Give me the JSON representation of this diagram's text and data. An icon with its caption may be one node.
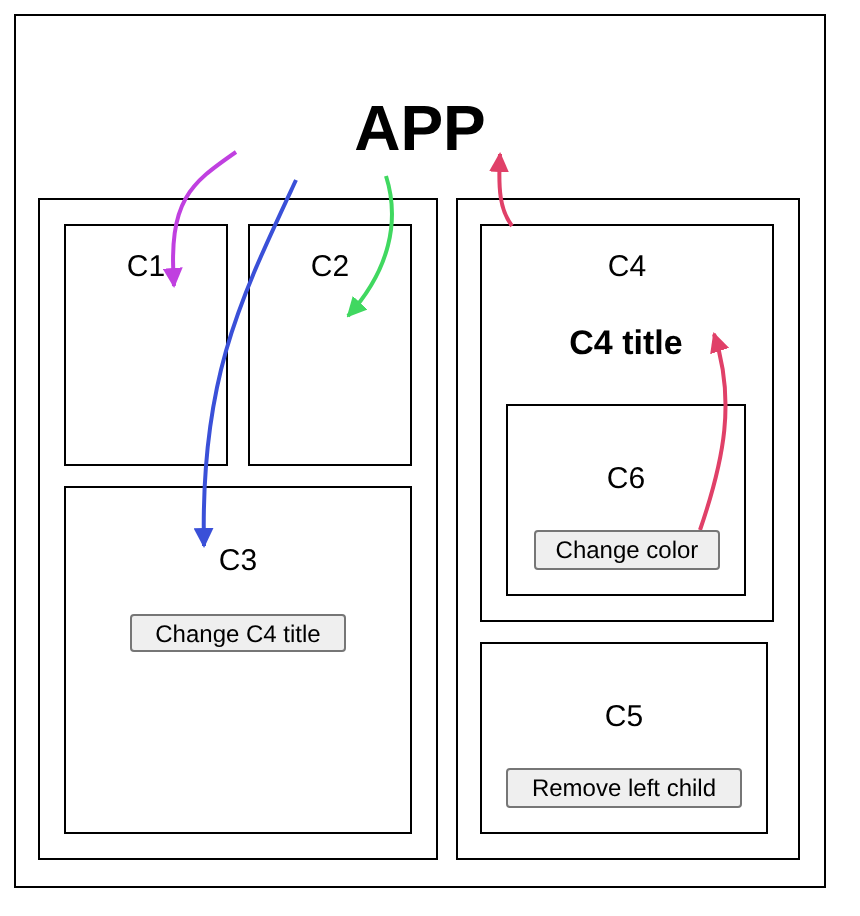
{
  "diagram": {
    "nodes": [
      {
        "text": [
          "APP"
        ]
      },
      {
        "text": [],
        "shape": "box",
        "in": 0
      },
      {
        "text": [
          "C1"
        ],
        "in": 1
      },
      {
        "text": [
          "C2"
        ],
        "in": 1
      },
      {
        "text": [
          "C3"
        ],
        "in": 1
      },
      {
        "text": [
          "Change C4 title"
        ],
        "in": 4
      },
      {
        "text": [],
        "shape": "box",
        "in": 0
      },
      {
        "text": [
          "C4"
        ],
        "in": 6
      },
      {
        "text": [
          "C4 title"
        ],
        "in": 7
      },
      {
        "text": [
          "C6"
        ],
        "in": 7
      },
      {
        "text": [
          "Change color"
        ],
        "in": 9
      },
      {
        "text": [
          "C5"
        ],
        "in": 6
      },
      {
        "text": [
          "Remove left child"
        ],
        "in": 11
      }
    ],
    "edges": [
      {
        "from": null,
        "to": 2,
        "arrow": "to",
        "color": "#c040e0"
      },
      {
        "from": null,
        "to": 4,
        "arrow": "to",
        "color": "#3a50d8"
      },
      {
        "from": null,
        "to": 3,
        "arrow": "to",
        "color": "#40d860"
      },
      {
        "from": 7,
        "to": null,
        "arrow": "to",
        "color": "#e04068"
      },
      {
        "from": 10,
        "to": 8,
        "arrow": "to",
        "color": "#e04068"
      }
    ]
  }
}
